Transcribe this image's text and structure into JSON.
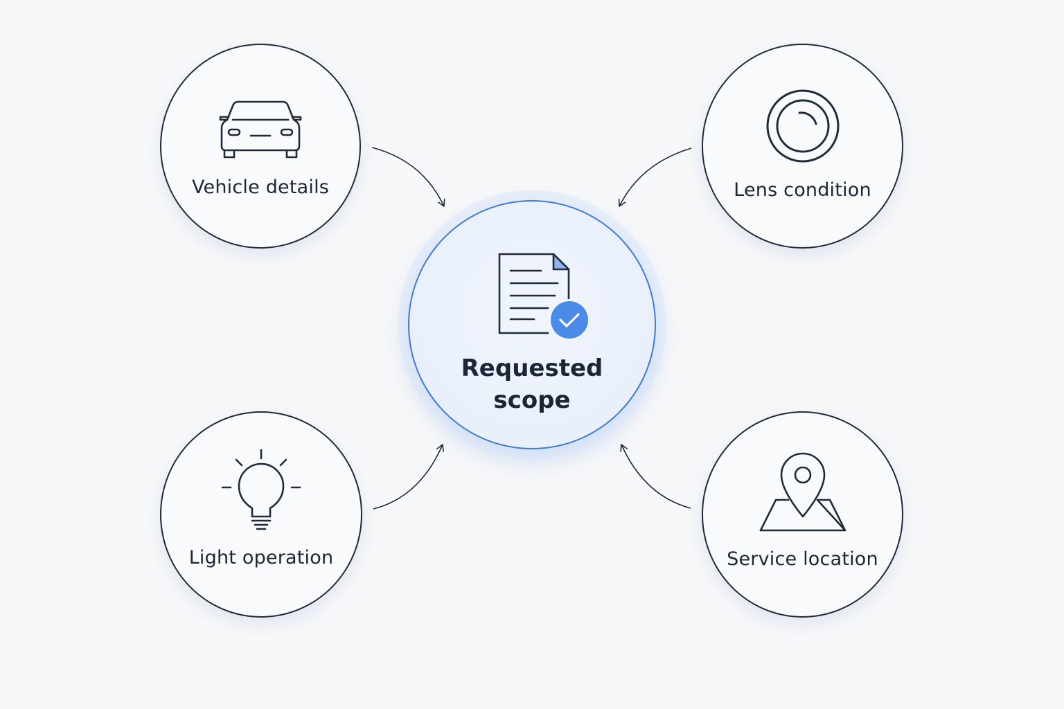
{
  "diagram": {
    "center": {
      "label_line1": "Requested",
      "label_line2": "scope",
      "icon": "document-check-icon",
      "accent_color": "#3d7ad6"
    },
    "inputs": [
      {
        "id": "vehicle",
        "label": "Vehicle details",
        "icon": "car-icon"
      },
      {
        "id": "lens",
        "label": "Lens condition",
        "icon": "lens-icon"
      },
      {
        "id": "light",
        "label": "Light operation",
        "icon": "lightbulb-icon"
      },
      {
        "id": "service",
        "label": "Service location",
        "icon": "map-pin-icon"
      }
    ],
    "colors": {
      "stroke": "#1f2a3a",
      "background": "#f7f8f9",
      "check_badge": "#4a8ae8"
    }
  }
}
